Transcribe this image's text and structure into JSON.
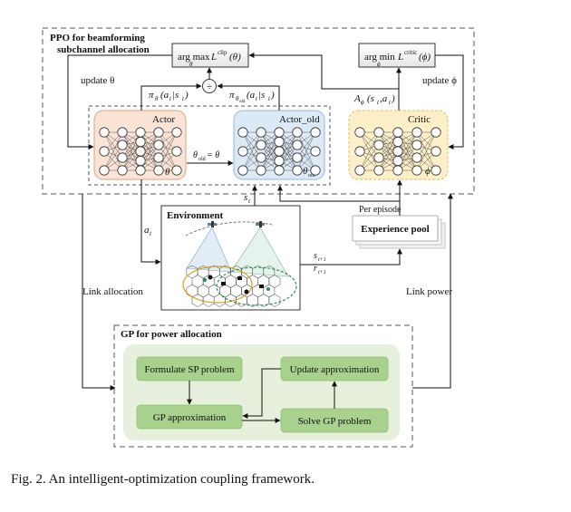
{
  "ppo": {
    "title_line1": "PPO for beamforming",
    "title_line2": "subchannel allocation",
    "arg_max_top": "arg max",
    "arg_max_fn": "L",
    "arg_max_sup": "clip",
    "arg_max_arg": "(θ)",
    "arg_max_sub": "θ",
    "arg_min_top": "arg min",
    "arg_min_fn": "L",
    "arg_min_sup": "critic",
    "arg_min_arg": "(ϕ)",
    "arg_min_sub": "ϕ",
    "update_theta": "update θ",
    "update_phi": "update ϕ",
    "pi_theta_label": "π",
    "pi_theta_sub": "θ",
    "pi_theta_args": "(a",
    "pi_theta_args2": "|s",
    "pi_theta_args3": ")",
    "pi_old_label": "π",
    "pi_old_sub": "θ",
    "pi_old_sub2": "old",
    "divide_symbol": "÷",
    "advantage_label": "A",
    "advantage_sub": "ϕ",
    "advantage_args": "(s",
    "advantage_args2": ",a",
    "advantage_args3": ")",
    "actor_title": "Actor",
    "actor_param": "θ",
    "actor_old_title": "Actor_old",
    "actor_old_param": "θ",
    "actor_old_param_sub": "old",
    "copy_label": "θ",
    "copy_label_sub": "old",
    "copy_label_rest": " = θ",
    "critic_title": "Critic",
    "critic_param": "ϕ"
  },
  "env": {
    "title": "Environment",
    "state_label": "s",
    "state_sub": "t",
    "action_label": "a",
    "action_sub": "t",
    "next_state_label": "s",
    "next_state_sub": "t+1",
    "reward_label": "r",
    "reward_sub": "t+1",
    "per_episode": "Per episode",
    "experience_pool": "Experience pool"
  },
  "links": {
    "link_allocation": "Link allocation",
    "link_power": "Link power"
  },
  "gp": {
    "title": "GP for power allocation",
    "formulate": "Formulate SP problem",
    "gp_approx": "GP approximation",
    "update_approx": "Update approximation",
    "solve": "Solve GP problem"
  },
  "caption": "Fig. 2.   An intelligent-optimization coupling framework.",
  "colors": {
    "actor_fill": "#fbe3d6",
    "actor_old_fill": "#dce9f6",
    "critic_fill": "#fdf0c8",
    "gp_region_fill": "#e6f0dc",
    "gp_box_fill": "#a9d18e",
    "node_fill": "#ffffff"
  }
}
